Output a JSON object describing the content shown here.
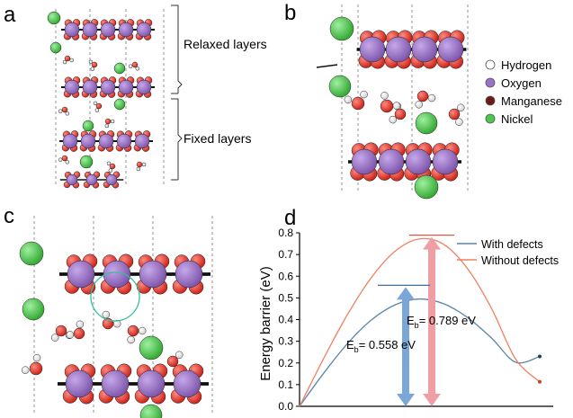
{
  "panels": {
    "a": {
      "letter": "a",
      "brackets": [
        {
          "label": "Relaxed layers"
        },
        {
          "label": "Fixed layers"
        }
      ]
    },
    "b": {
      "letter": "b"
    },
    "c": {
      "letter": "c"
    },
    "d": {
      "letter": "d"
    }
  },
  "legend": {
    "items": [
      {
        "label": "Hydrogen",
        "color": "#ffffff"
      },
      {
        "label": "Oxygen",
        "color": "#9b72c6"
      },
      {
        "label": "Manganese",
        "color": "#6b1a1a"
      },
      {
        "label": "Nickel",
        "color": "#4cc94c"
      }
    ]
  },
  "colors": {
    "oxygen_red": "#e8281e",
    "mn_purple": "#9b72c6",
    "nickel_green": "#4cc94c",
    "with_defects": "#5a86a8",
    "without_defects": "#f08060",
    "arrow_blue": "#7aa7d6",
    "arrow_pink": "#ef9ea3",
    "circle_teal": "#3bbba0"
  },
  "chart_data": {
    "type": "line",
    "xlabel": "",
    "ylabel": "Energy barrier (eV)",
    "ylim": [
      0,
      0.8
    ],
    "yticks": [
      "0.0",
      "0.1",
      "0.2",
      "0.3",
      "0.4",
      "0.5",
      "0.6",
      "0.7",
      "0.8"
    ],
    "x": [
      0,
      0.1,
      0.2,
      0.3,
      0.4,
      0.5,
      0.6,
      0.7,
      0.8,
      0.9,
      1.0
    ],
    "series": [
      {
        "name": "With defects",
        "color": "#5a86a8",
        "values": [
          0.0,
          0.152,
          0.29,
          0.399,
          0.469,
          0.495,
          0.473,
          0.409,
          0.314,
          0.203,
          0.23
        ]
      },
      {
        "name": "Without defects",
        "color": "#f08060",
        "values": [
          0.0,
          0.22,
          0.424,
          0.595,
          0.717,
          0.772,
          0.747,
          0.634,
          0.45,
          0.217,
          0.113
        ]
      }
    ],
    "annotations": [
      {
        "prefix": "E",
        "sub": "b",
        "text": "= 0.558 eV",
        "value": 0.558,
        "series": "With defects"
      },
      {
        "prefix": "E",
        "sub": "b",
        "text": "= 0.789 eV",
        "value": 0.789,
        "series": "Without defects"
      }
    ],
    "legend_position": "top-right"
  }
}
